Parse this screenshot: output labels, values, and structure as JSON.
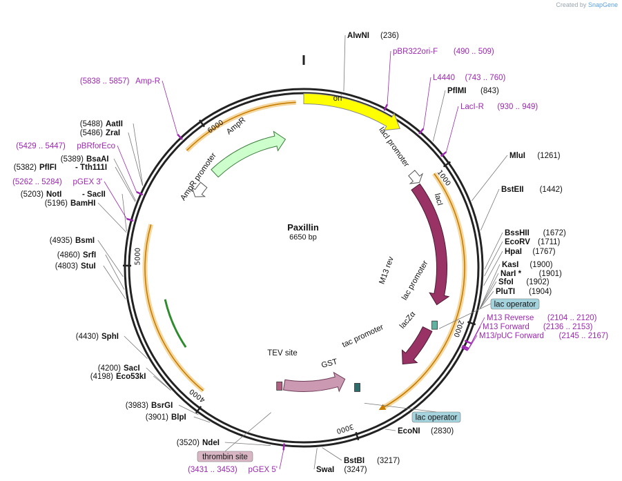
{
  "credit": {
    "prefix": "Created by",
    "brand": "SnapGene"
  },
  "plasmid": {
    "name": "Paxillin",
    "size": "6650 bp",
    "length": 6650
  },
  "ticks": [
    "1000",
    "2000",
    "3000",
    "4000",
    "5000",
    "6000"
  ],
  "sites": [
    {
      "name": "AlwNI",
      "pos": "(236)",
      "bp": 236
    },
    {
      "name": "PflMI",
      "pos": "(843)",
      "bp": 843
    },
    {
      "name": "MluI",
      "pos": "(1261)",
      "bp": 1261
    },
    {
      "name": "BstEII",
      "pos": "(1442)",
      "bp": 1442
    },
    {
      "name": "BssHII",
      "pos": "(1672)",
      "bp": 1672
    },
    {
      "name": "EcoRV",
      "pos": "(1711)",
      "bp": 1711
    },
    {
      "name": "HpaI",
      "pos": "(1767)",
      "bp": 1767
    },
    {
      "name": "KasI",
      "pos": "(1900)",
      "bp": 1900
    },
    {
      "name": "NarI *",
      "pos": "(1901)",
      "bp": 1901
    },
    {
      "name": "SfoI",
      "pos": "(1902)",
      "bp": 1902
    },
    {
      "name": "PluTI",
      "pos": "(1904)",
      "bp": 1904
    },
    {
      "name": "EcoNI",
      "pos": "(2830)",
      "bp": 2830
    },
    {
      "name": "BstBI",
      "pos": "(3217)",
      "bp": 3217
    },
    {
      "name": "SwaI",
      "pos": "(3247)",
      "bp": 3247
    },
    {
      "name": "NdeI",
      "pos": "(3520)",
      "bp": 3520
    },
    {
      "name": "BlpI",
      "pos": "(3901)",
      "bp": 3901
    },
    {
      "name": "BsrGI",
      "pos": "(3983)",
      "bp": 3983
    },
    {
      "name": "Eco53kI",
      "pos": "(4198)",
      "bp": 4198
    },
    {
      "name": "SacI",
      "pos": "(4200)",
      "bp": 4200
    },
    {
      "name": "SphI",
      "pos": "(4430)",
      "bp": 4430
    },
    {
      "name": "StuI",
      "pos": "(4803)",
      "bp": 4803
    },
    {
      "name": "SrfI",
      "pos": "(4860)",
      "bp": 4860
    },
    {
      "name": "BsmI",
      "pos": "(4935)",
      "bp": 4935
    },
    {
      "name": "BamHI",
      "pos": "(5196)",
      "bp": 5196
    },
    {
      "name": "NotI",
      "name2": "SacII",
      "pos": "(5203)",
      "bp": 5203
    },
    {
      "name": "PflFI",
      "name2": "Tth111I",
      "pos": "(5382)",
      "bp": 5382
    },
    {
      "name": "BsaAI",
      "pos": "(5389)",
      "bp": 5389
    },
    {
      "name": "ZraI",
      "pos": "(5486)",
      "bp": 5486
    },
    {
      "name": "AatII",
      "pos": "(5488)",
      "bp": 5488
    }
  ],
  "primers": [
    {
      "name": "pBR322ori-F",
      "range": "(490 .. 509)",
      "bp": 500
    },
    {
      "name": "L4440",
      "range": "(743 .. 760)",
      "bp": 752
    },
    {
      "name": "LacI-R",
      "range": "(930 .. 949)",
      "bp": 940
    },
    {
      "name": "M13 Reverse",
      "range": "(2104 .. 2120)",
      "bp": 2112
    },
    {
      "name": "M13 Forward",
      "range": "(2136 .. 2153)",
      "bp": 2145
    },
    {
      "name": "M13/pUC Forward",
      "range": "(2145 .. 2167)",
      "bp": 2156
    },
    {
      "name": "pGEX 5'",
      "range": "(3431 .. 3453)",
      "bp": 3442
    },
    {
      "name": "pGEX 3'",
      "range": "(5262 .. 5284)",
      "bp": 5273
    },
    {
      "name": "pBRforEco",
      "range": "(5429 .. 5447)",
      "bp": 5438
    },
    {
      "name": "Amp-R",
      "range": "(5838 .. 5857)",
      "bp": 5848
    }
  ],
  "features": [
    {
      "name": "ori",
      "color": "#ffff00"
    },
    {
      "name": "lacI promoter",
      "color": "#ffffff"
    },
    {
      "name": "lacI",
      "color": "#993366"
    },
    {
      "name": "lac promoter",
      "color": "#ffffff"
    },
    {
      "name": "lacZα",
      "color": "#993366"
    },
    {
      "name": "tac promoter",
      "color": "#ffffff"
    },
    {
      "name": "GST",
      "color": "#cc99b2"
    },
    {
      "name": "TEV site",
      "color": "#cc99b2"
    },
    {
      "name": "AmpR",
      "color": "#ccffcc"
    },
    {
      "name": "AmpR promoter",
      "color": "#ffffff"
    },
    {
      "name": "M13 rev",
      "color": "#7a2ad4"
    }
  ],
  "boxes": [
    {
      "name": "lac operator",
      "color": "#a4d3dd"
    },
    {
      "name": "lac operator",
      "color": "#a4d3dd"
    },
    {
      "name": "thrombin site",
      "color": "#d8b6c4"
    }
  ]
}
